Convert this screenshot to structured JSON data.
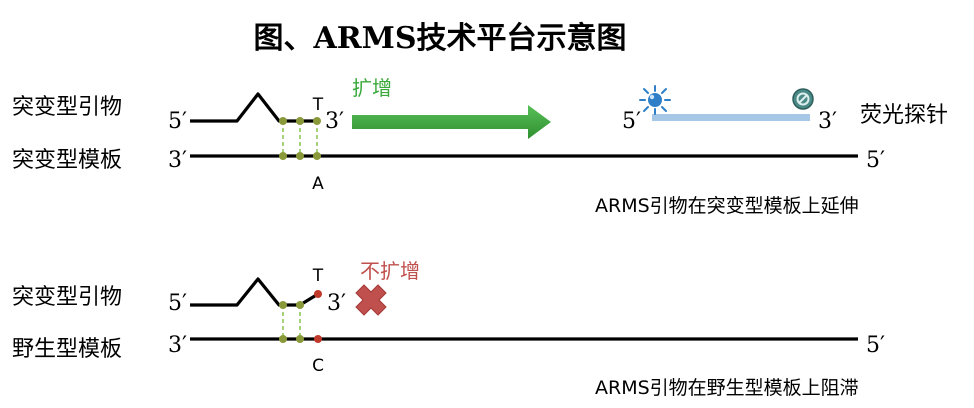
{
  "title": "图、ARMS技术平台示意图",
  "panel_top": {
    "primer_label": "突变型引物",
    "template_label": "突变型模板",
    "primer_5prime": "5′",
    "primer_3prime": "3′",
    "template_3prime": "3′",
    "template_5prime": "5′",
    "primer_base": "T",
    "template_base": "A",
    "status": "扩增",
    "probe_label": "荧光探针",
    "probe_5prime": "5′",
    "probe_3prime": "3′",
    "caption": "ARMS引物在突变型模板上延伸"
  },
  "panel_bottom": {
    "primer_label": "突变型引物",
    "template_label": "野生型模板",
    "primer_5prime": "5′",
    "primer_3prime": "3′",
    "template_3prime": "3′",
    "template_5prime": "5′",
    "primer_base": "T",
    "template_base": "C",
    "status": "不扩增",
    "caption": "ARMS引物在野生型模板上阻滞"
  },
  "colors": {
    "match_dot": "#8a9a3a",
    "mismatch_dot": "#c0392b",
    "amplify_green": "#3aa83a",
    "no_amplify_red": "#c0504d",
    "probe_blue": "#a6c8e6",
    "fluor_blue": "#2e7fc8",
    "quencher_teal": "#4a8a86"
  }
}
